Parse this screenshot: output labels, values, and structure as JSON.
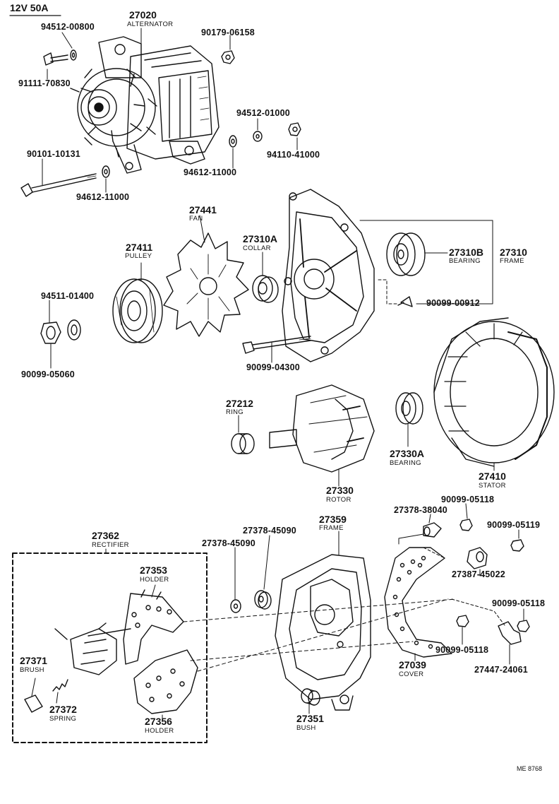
{
  "header": {
    "spec": "12V 50A",
    "ref_code": "ME 8768"
  },
  "parts": {
    "alternator": {
      "no": "27020",
      "name": "ALTERNATOR"
    },
    "washer_top": {
      "no": "94512-00800"
    },
    "bolt_top": {
      "no": "91111-70830"
    },
    "nut_top": {
      "no": "90179-06158"
    },
    "washer_mid": {
      "no": "94512-01000"
    },
    "nut_mid": {
      "no": "94110-41000"
    },
    "washer_right": {
      "no": "94612-11000"
    },
    "bolt_long": {
      "no": "90101-10131"
    },
    "washer_left": {
      "no": "94612-11000"
    },
    "fan": {
      "no": "27441",
      "name": "FAN"
    },
    "pulley": {
      "no": "27411",
      "name": "PULLEY"
    },
    "collar": {
      "no": "27310A",
      "name": "COLLAR"
    },
    "bearing_front": {
      "no": "27310B",
      "name": "BEARING"
    },
    "frame_front": {
      "no": "27310",
      "name": "FRAME"
    },
    "screw_front": {
      "no": "90099-00912"
    },
    "lock_washer": {
      "no": "94511-01400"
    },
    "pulley_nut": {
      "no": "90099-05060"
    },
    "through_bolt": {
      "no": "90099-04300"
    },
    "ring": {
      "no": "27212",
      "name": "RING"
    },
    "bearing_rear": {
      "no": "27330A",
      "name": "BEARING"
    },
    "stator": {
      "no": "27410",
      "name": "STATOR"
    },
    "rotor": {
      "no": "27330",
      "name": "ROTOR"
    },
    "rectifier": {
      "no": "27362",
      "name": "RECTIFIER"
    },
    "insulator_a": {
      "no": "27378-45090"
    },
    "insulator_b": {
      "no": "27378-45090"
    },
    "frame_rear": {
      "no": "27359",
      "name": "FRAME"
    },
    "insulator_c": {
      "no": "27378-38040"
    },
    "nut_r1": {
      "no": "90099-05118"
    },
    "nut_r2": {
      "no": "90099-05119"
    },
    "terminal": {
      "no": "27387-45022"
    },
    "holder_top": {
      "no": "27353",
      "name": "HOLDER"
    },
    "brush": {
      "no": "27371",
      "name": "BRUSH"
    },
    "spring": {
      "no": "27372",
      "name": "SPRING"
    },
    "holder_bottom": {
      "no": "27356",
      "name": "HOLDER"
    },
    "bush": {
      "no": "27351",
      "name": "BUSH"
    },
    "cover": {
      "no": "27039",
      "name": "COVER"
    },
    "nut_r3": {
      "no": "90099-05118"
    },
    "nut_r4": {
      "no": "90099-05118"
    },
    "bracket": {
      "no": "27447-24061"
    }
  }
}
